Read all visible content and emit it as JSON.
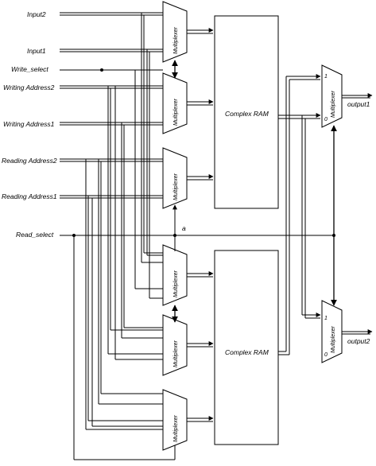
{
  "inputs": {
    "input2": "Input2",
    "input1": "Input1",
    "write_select": "Write_select",
    "writing_address2": "Writing Address2",
    "writing_address1": "Writing Address1",
    "reading_address2": "Reading Address2",
    "reading_address1": "Reading Address1",
    "read_select": "Read_select"
  },
  "blocks": {
    "multiplexer": "Multiplexer",
    "ram_top": "Complex RAM",
    "ram_bottom": "Complex RAM"
  },
  "outputs": {
    "output1": "output1",
    "output2": "output2"
  },
  "node_label": "a",
  "mux_pins": {
    "one": "1",
    "zero": "0"
  }
}
